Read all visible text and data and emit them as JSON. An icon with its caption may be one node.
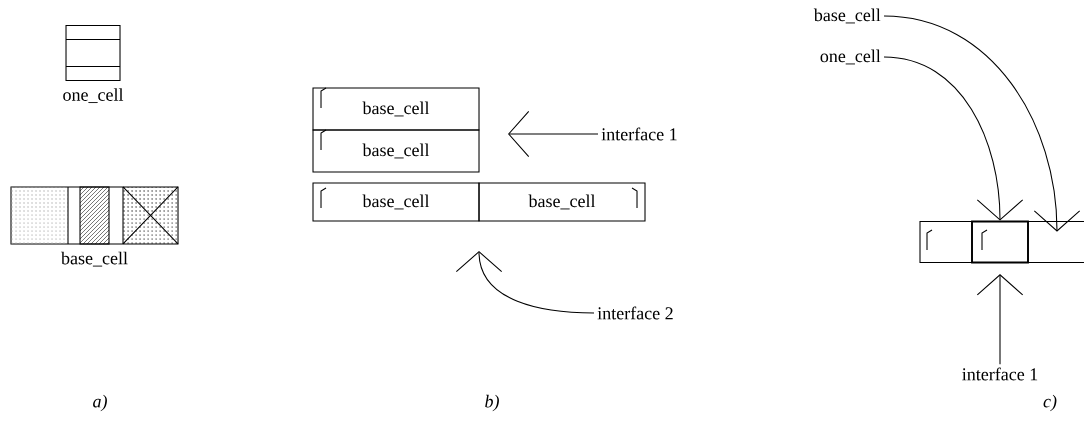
{
  "diagram": {
    "nodes": [
      {
        "text": [],
        "shape": "box",
        "beside": [
          "one_cell"
        ]
      },
      {
        "text": [],
        "shape": "box",
        "beside": [
          "base_cell"
        ]
      },
      {
        "text": [
          "base_cell"
        ]
      },
      {
        "text": [
          "base_cell"
        ]
      },
      {
        "text": [
          "interface 1"
        ]
      },
      {
        "text": [
          "base_cell"
        ]
      },
      {
        "text": [
          "base_cell"
        ]
      },
      {
        "text": [
          "interface 2"
        ]
      },
      {
        "text": [
          "base_cell"
        ]
      },
      {
        "text": [
          "one_cell"
        ]
      },
      {
        "text": [],
        "shape": "box"
      },
      {
        "text": [],
        "shape": "box"
      },
      {
        "text": [],
        "shape": "box"
      },
      {
        "text": [
          "interface 1"
        ]
      }
    ],
    "edges": [
      {
        "from": 4,
        "to": null,
        "arrow": "to"
      },
      {
        "from": 7,
        "to": null,
        "arrow": "to"
      },
      {
        "from": 9,
        "to": 11,
        "arrow": "to"
      },
      {
        "from": 8,
        "to": 12,
        "arrow": "to"
      },
      {
        "from": 13,
        "to": 11,
        "arrow": "to"
      }
    ],
    "labels": [
      "a)",
      "b)",
      "c)"
    ]
  }
}
